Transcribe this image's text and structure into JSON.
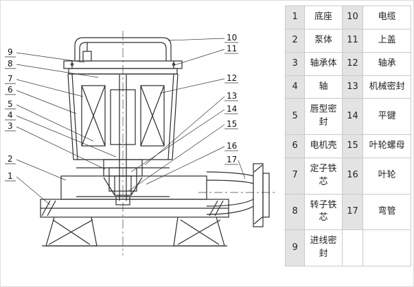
{
  "diagram": {
    "left_labels": [
      "9",
      "8",
      "7",
      "6",
      "5",
      "4",
      "3",
      "2",
      "1"
    ],
    "right_labels": [
      "10",
      "11",
      "12",
      "13",
      "14",
      "15",
      "16",
      "17"
    ]
  },
  "parts_table": {
    "rows": [
      {
        "num_left": "1",
        "name_left": "底座",
        "num_right": "10",
        "name_right": "电缆"
      },
      {
        "num_left": "2",
        "name_left": "泵体",
        "num_right": "11",
        "name_right": "上盖"
      },
      {
        "num_left": "3",
        "name_left": "轴承体",
        "num_right": "12",
        "name_right": "轴承"
      },
      {
        "num_left": "4",
        "name_left": "轴",
        "num_right": "13",
        "name_right": "机械密封"
      },
      {
        "num_left": "5",
        "name_left": "唇型密封",
        "num_right": "14",
        "name_right": "平键"
      },
      {
        "num_left": "6",
        "name_left": "电机壳",
        "num_right": "15",
        "name_right": "叶轮螺母"
      },
      {
        "num_left": "7",
        "name_left": "定子铁芯",
        "num_right": "16",
        "name_right": "叶轮"
      },
      {
        "num_left": "8",
        "name_left": "转子铁芯",
        "num_right": "17",
        "name_right": "弯管"
      },
      {
        "num_left": "9",
        "name_left": "进线密封",
        "num_right": "",
        "name_right": ""
      }
    ],
    "colors": {
      "number_cell_bg": "#e3e3e3",
      "name_cell_bg": "#ffffff",
      "border": "#c9c9c9"
    }
  }
}
